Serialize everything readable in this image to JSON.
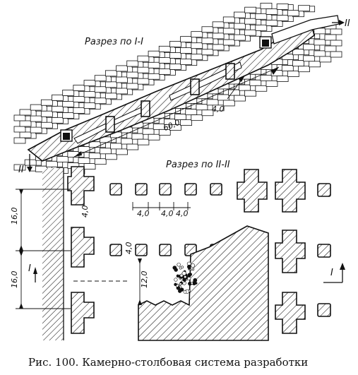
{
  "section_top": {
    "title": "Разрез по I-I",
    "dim_length": "60,0",
    "dim_width": "4,0",
    "mark_start": "II",
    "mark_end": "II"
  },
  "section_plan": {
    "title": "Разрез по II-II",
    "dim_16_top": "16,0",
    "dim_16_bottom": "16,0",
    "dim_4_a": "4,0",
    "dim_4_b": "4,0",
    "dim_4_c": "4,0",
    "dim_4_d": "4,0",
    "dim_4_e": "4,0",
    "dim_12": "12,0",
    "mark_left": "I",
    "mark_right": "I"
  },
  "caption": "Рис. 100. Камерно-столбовая система разработки"
}
